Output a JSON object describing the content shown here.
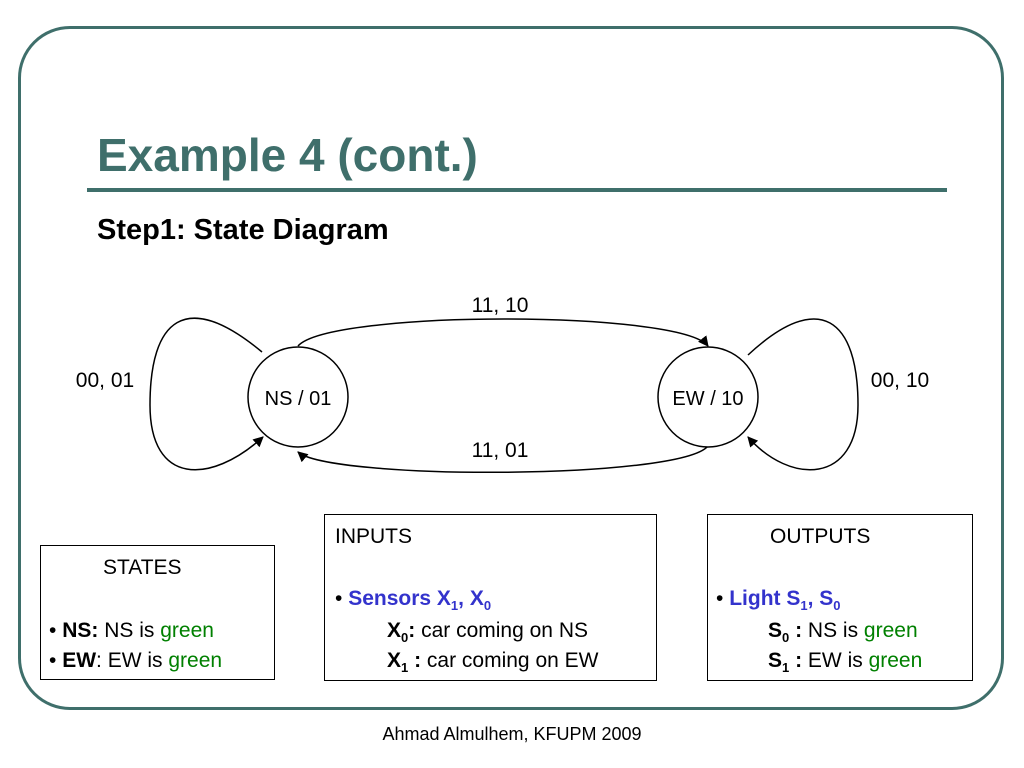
{
  "slide": {
    "title": "Example 4 (cont.)",
    "subtitle": "Step1: State Diagram",
    "footer": "Ahmad Almulhem, KFUPM 2009"
  },
  "diagram": {
    "states": [
      {
        "id": "ns",
        "label": "NS / 01"
      },
      {
        "id": "ew",
        "label": "EW / 10"
      }
    ],
    "transitions": [
      {
        "from": "ns",
        "to": "ew",
        "label": "11, 10"
      },
      {
        "from": "ew",
        "to": "ns",
        "label": "11, 01"
      },
      {
        "from": "ns",
        "to": "ns",
        "label": "00, 01"
      },
      {
        "from": "ew",
        "to": "ew",
        "label": "00, 10"
      }
    ]
  },
  "states_box": {
    "heading": "STATES",
    "items": [
      {
        "bullet": "•",
        "key": "NS:",
        "text": " NS is ",
        "highlight": "green"
      },
      {
        "bullet": "•",
        "key": "EW",
        "text": ": EW is ",
        "highlight": "green"
      }
    ]
  },
  "inputs_box": {
    "heading": "INPUTS",
    "bullet": "•",
    "title_main": "Sensors X",
    "sub1": "1",
    "sep": ", X",
    "sub0": "0",
    "lines": [
      {
        "var": "X",
        "sub": "0",
        "colon": ":",
        "text": " car coming on NS"
      },
      {
        "var": "X",
        "sub": "1",
        "colon": " :",
        "text": " car coming on EW"
      }
    ]
  },
  "outputs_box": {
    "heading": "OUTPUTS",
    "bullet": "•",
    "title_main": "Light S",
    "sub1": "1",
    "sep": ", S",
    "sub0": "0",
    "lines": [
      {
        "var": "S",
        "sub": "0",
        "colon": " :",
        "text": " NS is ",
        "highlight": "green"
      },
      {
        "var": "S",
        "sub": "1",
        "colon": " :",
        "text": " EW is ",
        "highlight": "green"
      }
    ]
  }
}
